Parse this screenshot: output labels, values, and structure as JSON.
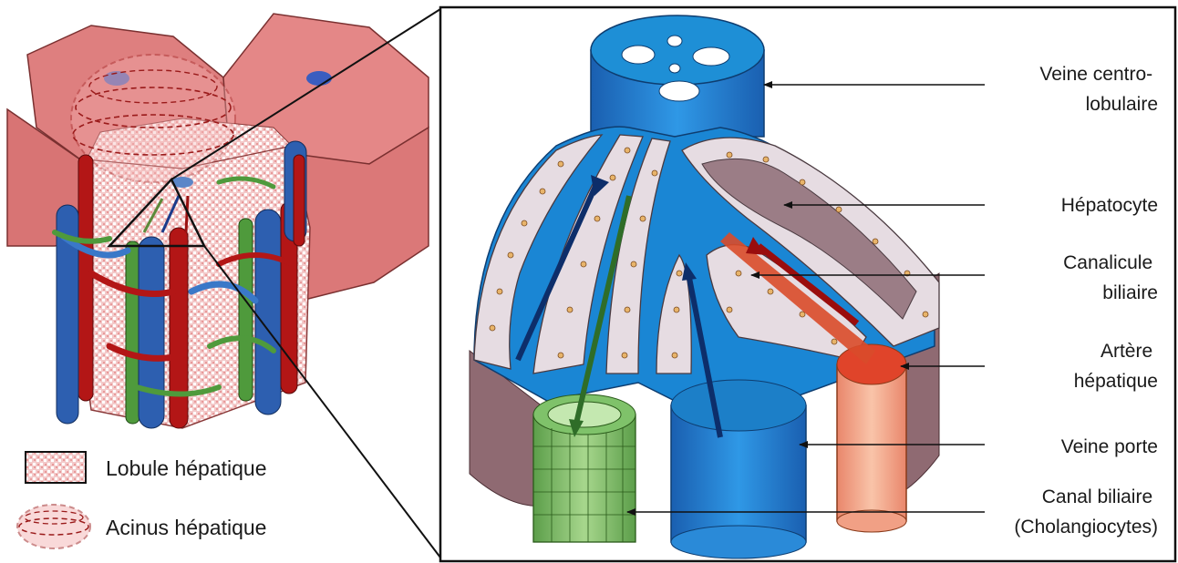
{
  "legend": {
    "lobule": "Lobule hépatique",
    "acinus": "Acinus hépatique"
  },
  "labels": {
    "veine_centro": [
      "Veine centro-",
      "lobulaire"
    ],
    "hepatocyte": [
      "Hépatocyte"
    ],
    "canalicule": [
      "Canalicule",
      "biliaire"
    ],
    "artere": [
      "Artère",
      "hépatique"
    ],
    "veine_porte": [
      "Veine porte"
    ],
    "canal": [
      "Canal biliaire",
      "(Cholangiocytes)"
    ]
  },
  "colors": {
    "lobule_wall": "#e07b7b",
    "portal_vein": "#2f5fa8",
    "hepatic_artery": "#b01414",
    "bile_duct": "#4f9a3c",
    "central_vein": "#1f8fd8",
    "hepatocyte": "#e6dce2"
  }
}
